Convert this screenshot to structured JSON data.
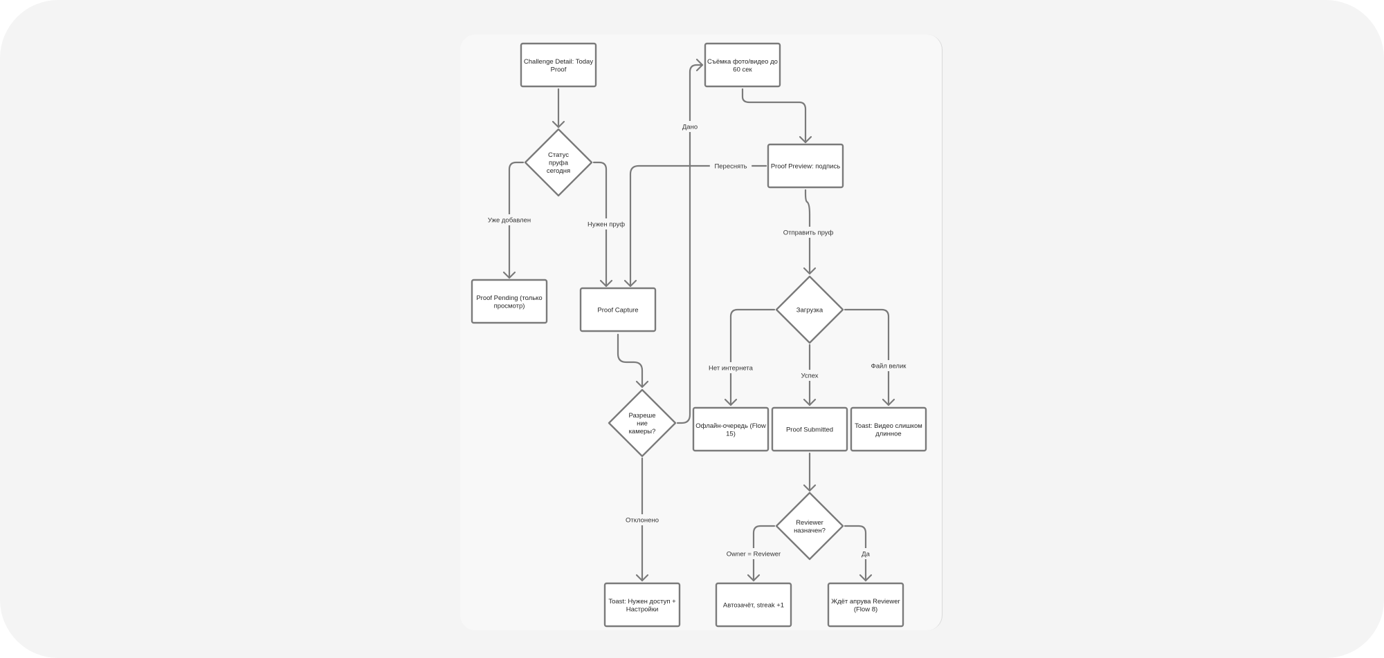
{
  "nodes": [
    {
      "id": "n_detail",
      "shape": "rect",
      "lines": [
        "Challenge Detail: Today",
        "Proof"
      ]
    },
    {
      "id": "n_status",
      "shape": "diamond",
      "lines": [
        "Статус",
        "пруфа",
        "сегодня"
      ]
    },
    {
      "id": "n_pending",
      "shape": "rect",
      "lines": [
        "Proof Pending (только",
        "просмотр)"
      ]
    },
    {
      "id": "n_capture",
      "shape": "rect",
      "lines": [
        "Proof Capture"
      ]
    },
    {
      "id": "n_camera",
      "shape": "diamond",
      "lines": [
        "Разреше",
        "ние",
        "камеры?"
      ]
    },
    {
      "id": "n_shoot",
      "shape": "rect",
      "lines": [
        "Съёмка фото/видео до",
        "60 сек"
      ]
    },
    {
      "id": "n_preview",
      "shape": "rect",
      "lines": [
        "Proof Preview: подпись"
      ]
    },
    {
      "id": "n_upload",
      "shape": "diamond",
      "lines": [
        "Загрузка"
      ]
    },
    {
      "id": "n_offline",
      "shape": "rect",
      "lines": [
        "Офлайн-очередь (Flow",
        "15)"
      ]
    },
    {
      "id": "n_submitted",
      "shape": "rect",
      "lines": [
        "Proof Submitted"
      ]
    },
    {
      "id": "n_toolong",
      "shape": "rect",
      "lines": [
        "Toast: Видео слишком",
        "длинное"
      ]
    },
    {
      "id": "n_reviewer",
      "shape": "diamond",
      "lines": [
        "Reviewer",
        "назначен?"
      ]
    },
    {
      "id": "n_access",
      "shape": "rect",
      "lines": [
        "Toast: Нужен доступ +",
        "Настройки"
      ]
    },
    {
      "id": "n_auto",
      "shape": "rect",
      "lines": [
        "Автозачёт, streak +1"
      ]
    },
    {
      "id": "n_wait",
      "shape": "rect",
      "lines": [
        "Ждёт апрува Reviewer",
        "(Flow 8)"
      ]
    }
  ],
  "edges": [
    {
      "from": "n_detail",
      "to": "n_status",
      "label": ""
    },
    {
      "from": "n_status",
      "to": "n_pending",
      "label": "Уже добавлен"
    },
    {
      "from": "n_status",
      "to": "n_capture",
      "label": "Нужен пруф"
    },
    {
      "from": "n_capture",
      "to": "n_camera",
      "label": ""
    },
    {
      "from": "n_camera",
      "to": "n_shoot",
      "label": "Дано"
    },
    {
      "from": "n_camera",
      "to": "n_access",
      "label": "Отклонено"
    },
    {
      "from": "n_shoot",
      "to": "n_preview",
      "label": ""
    },
    {
      "from": "n_preview",
      "to": "n_capture",
      "label": "Переснять"
    },
    {
      "from": "n_preview",
      "to": "n_upload",
      "label": "Отправить пруф"
    },
    {
      "from": "n_upload",
      "to": "n_offline",
      "label": "Нет интернета"
    },
    {
      "from": "n_upload",
      "to": "n_submitted",
      "label": "Успех"
    },
    {
      "from": "n_upload",
      "to": "n_toolong",
      "label": "Файл велик"
    },
    {
      "from": "n_submitted",
      "to": "n_reviewer",
      "label": ""
    },
    {
      "from": "n_reviewer",
      "to": "n_auto",
      "label": "Owner = Reviewer"
    },
    {
      "from": "n_reviewer",
      "to": "n_wait",
      "label": "Да"
    }
  ]
}
